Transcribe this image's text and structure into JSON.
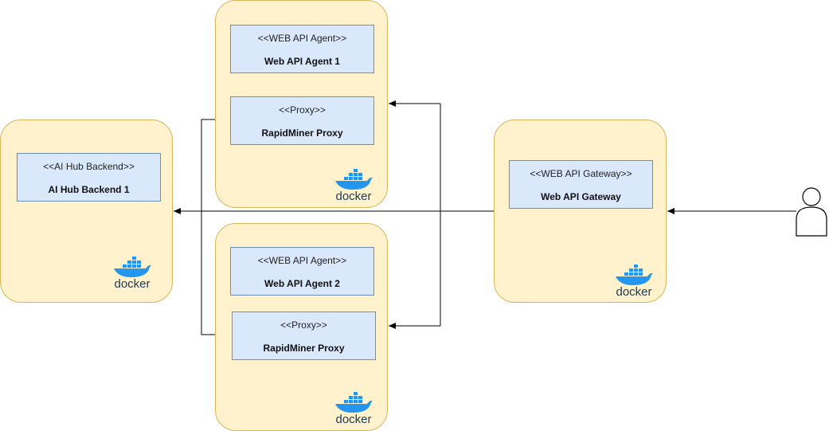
{
  "containers": {
    "ai_hub": {
      "stereotype": "<<AI Hub Backend>>",
      "name": "AI Hub Backend 1",
      "docker_label": "docker"
    },
    "agent_host_1": {
      "agent": {
        "stereotype": "<<WEB API Agent>>",
        "name": "Web API Agent 1"
      },
      "proxy": {
        "stereotype": "<<Proxy>>",
        "name": "RapidMiner Proxy"
      },
      "docker_label": "docker"
    },
    "agent_host_2": {
      "agent": {
        "stereotype": "<<WEB API Agent>>",
        "name": "Web API Agent 2"
      },
      "proxy": {
        "stereotype": "<<Proxy>>",
        "name": "RapidMiner Proxy"
      },
      "docker_label": "docker"
    },
    "gateway_host": {
      "gateway": {
        "stereotype": "<<WEB API Gateway>>",
        "name": "Web API Gateway"
      },
      "docker_label": "docker"
    }
  },
  "icons": {
    "docker": "docker-whale-icon",
    "user": "user-actor-icon"
  },
  "colors": {
    "container_fill": "#fff2cc",
    "container_border": "#d6b656",
    "component_fill": "#dae8fc",
    "component_border": "#6c8ebf",
    "docker_blue": "#2496ed"
  }
}
